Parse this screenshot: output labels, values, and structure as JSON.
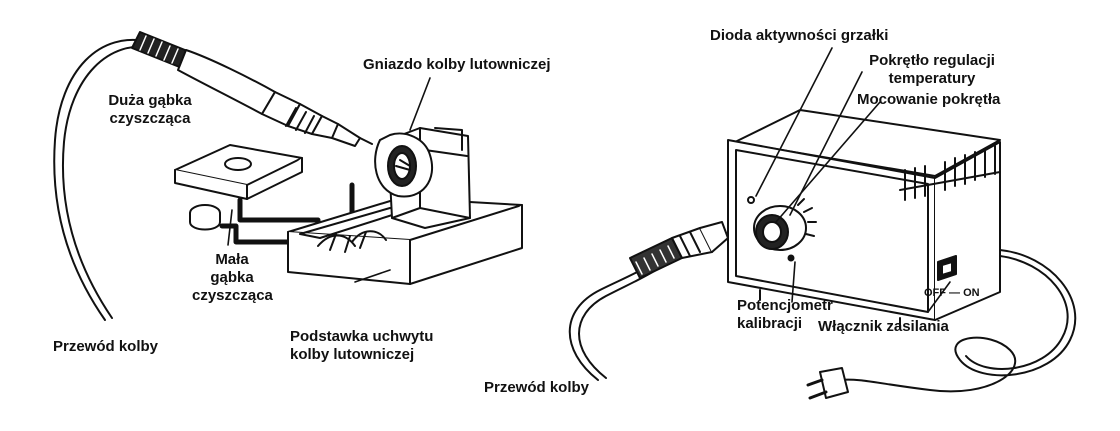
{
  "labels": {
    "big_sponge": "Duża gąbka\nczyszcząca",
    "iron_socket": "Gniazdo kolby lutowniczej",
    "small_sponge": "Mała gąbka\nczyszcząca",
    "iron_cable_left": "Przewód kolby",
    "holder_base": "Podstawka uchwytu\nkolby lutowniczej",
    "heater_led": "Dioda aktywności grzałki",
    "temp_knob": "Pokrętło regulacji\ntemperatury",
    "knob_mount": "Mocowanie pokrętła",
    "calib_pot": "Potencjometr\nkalibracji",
    "iron_cable_right": "Przewód kolby",
    "power_switch": "Włącznik zasilania",
    "switch_marks": "OFF — ON"
  }
}
